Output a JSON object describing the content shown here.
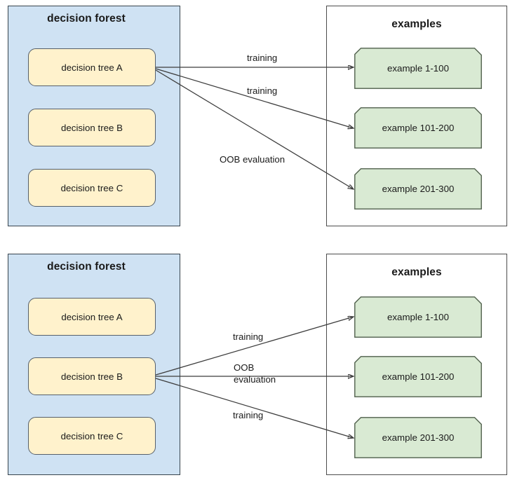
{
  "diagram": {
    "title_hidden": "",
    "colors": {
      "forest_fill": "#cfe2f3",
      "forest_stroke": "#38444d",
      "tree_fill": "#fff2cc",
      "tree_stroke": "#56606b",
      "example_fill": "#d9ead3",
      "example_stroke": "#52604f",
      "examples_box_stroke": "#4d4d4d",
      "arrow_stroke": "#3c3c3c",
      "text": "#1a1a1a",
      "background": "#ffffff"
    }
  },
  "panels": [
    {
      "id": "panel-top",
      "forest": {
        "title": "decision forest",
        "trees": [
          {
            "label": "decision tree A",
            "highlighted": true
          },
          {
            "label": "decision tree B",
            "highlighted": false
          },
          {
            "label": "decision tree C",
            "highlighted": false
          }
        ]
      },
      "examples": {
        "title": "examples",
        "items": [
          {
            "label": "example 1-100"
          },
          {
            "label": "example 101-200"
          },
          {
            "label": "example 201-300"
          }
        ]
      },
      "edges": [
        {
          "from": "decision tree A",
          "to": "example 1-100",
          "label": "training"
        },
        {
          "from": "decision tree A",
          "to": "example 101-200",
          "label": "training"
        },
        {
          "from": "decision tree A",
          "to": "example 201-300",
          "label": "OOB evaluation"
        }
      ]
    },
    {
      "id": "panel-bottom",
      "forest": {
        "title": "decision forest",
        "trees": [
          {
            "label": "decision tree A",
            "highlighted": false
          },
          {
            "label": "decision tree B",
            "highlighted": true
          },
          {
            "label": "decision tree C",
            "highlighted": false
          }
        ]
      },
      "examples": {
        "title": "examples",
        "items": [
          {
            "label": "example 1-100"
          },
          {
            "label": "example 101-200"
          },
          {
            "label": "example 201-300"
          }
        ]
      },
      "edges": [
        {
          "from": "decision tree B",
          "to": "example 1-100",
          "label": "training"
        },
        {
          "from": "decision tree B",
          "to": "example 101-200",
          "label_line1": "OOB",
          "label_line2": "evaluation"
        },
        {
          "from": "decision tree B",
          "to": "example 201-300",
          "label": "training"
        }
      ]
    }
  ]
}
